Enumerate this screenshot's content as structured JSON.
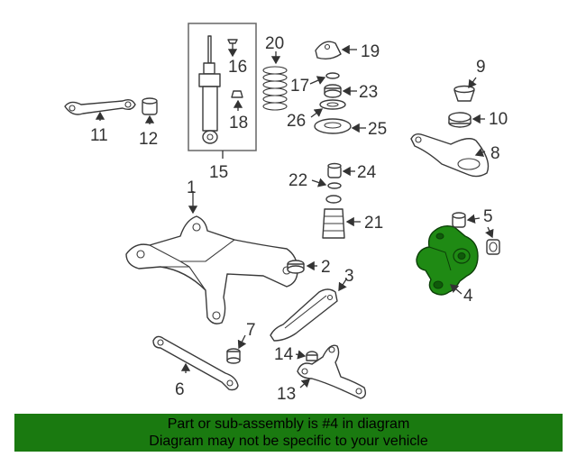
{
  "diagram": {
    "highlight_part": "4",
    "colors": {
      "highlight": "#1f8a14",
      "banner": "#1a7a10",
      "line": "#3a3a3a"
    },
    "labels": {
      "p1": "1",
      "p2": "2",
      "p3": "3",
      "p4": "4",
      "p5": "5",
      "p6": "6",
      "p7": "7",
      "p8": "8",
      "p9": "9",
      "p10": "10",
      "p11": "11",
      "p12": "12",
      "p13": "13",
      "p14": "14",
      "p15": "15",
      "p16": "16",
      "p17": "17",
      "p18": "18",
      "p19": "19",
      "p20": "20",
      "p21": "21",
      "p22": "22",
      "p23": "23",
      "p24": "24",
      "p25": "25",
      "p26": "26"
    }
  },
  "banner": {
    "line1": "Part or sub-assembly is #4 in diagram",
    "line2": "Diagram may not be specific to your vehicle"
  }
}
